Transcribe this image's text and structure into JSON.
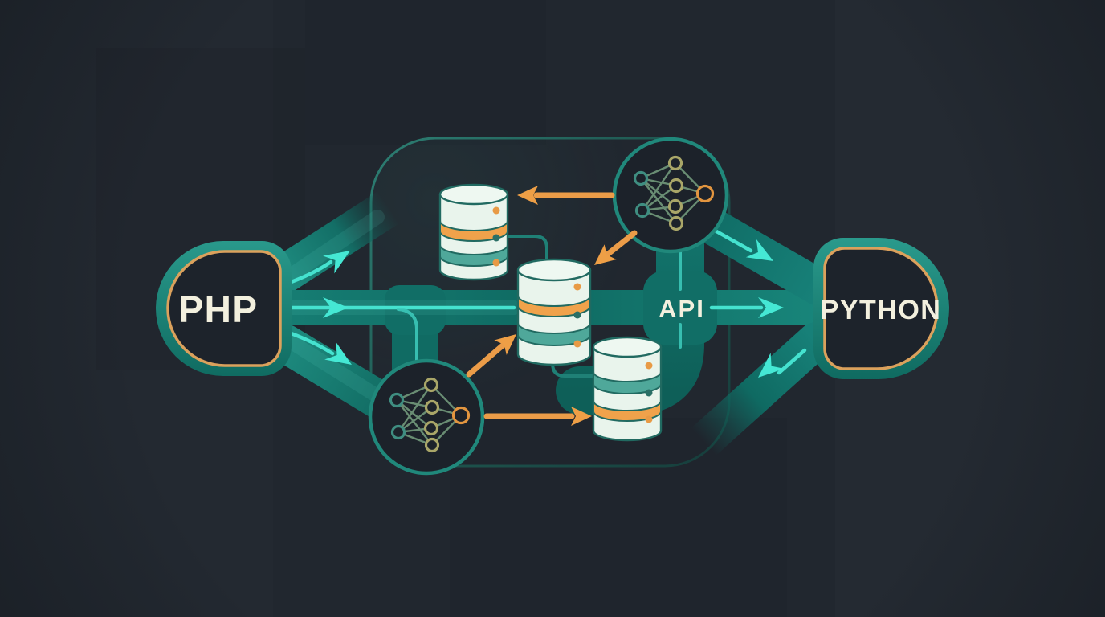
{
  "diagram": {
    "php_node": {
      "label": "PHP"
    },
    "python_node": {
      "label": "PYTHON"
    },
    "api_label": {
      "label": "API"
    },
    "icons": {
      "database": "database-icon",
      "neural_network": "neural-network-icon",
      "database_count": 3,
      "neural_network_count": 2
    },
    "colors": {
      "background": "#21272f",
      "pipe_teal": "#137269",
      "flow_cyan": "#41e0cd",
      "accent_orange": "#eb9d49",
      "border_tan": "#dba15c",
      "label_cream": "#f3f0de",
      "db_body": "#edf7f0",
      "db_band_teal": "#4fa89a",
      "db_band_orange": "#f0a24b",
      "panel_outline": "#2a6e64"
    }
  }
}
